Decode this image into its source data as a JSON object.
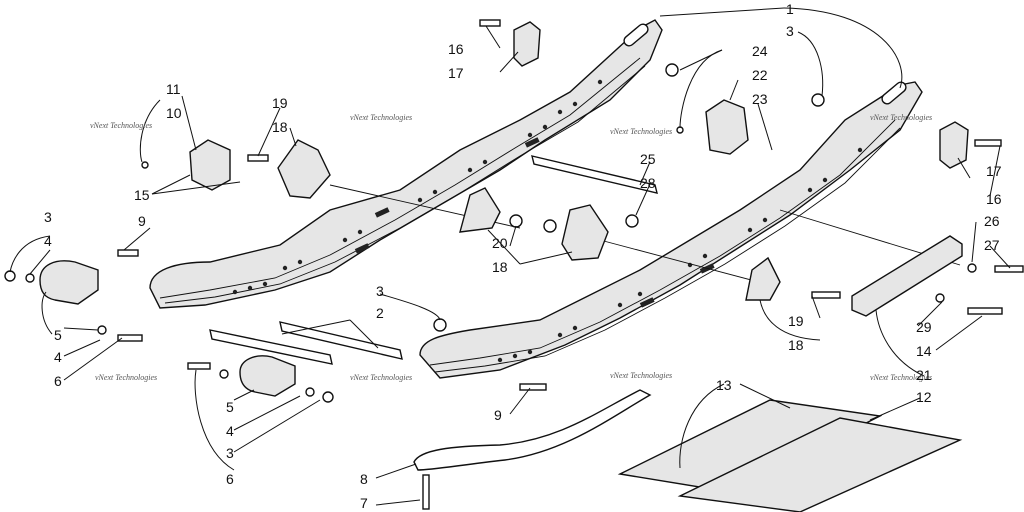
{
  "watermark": "vNext Technologies",
  "callouts": {
    "c1": "1",
    "c2": "2",
    "c3a": "3",
    "c3b": "3",
    "c3c": "3",
    "c3d": "3",
    "c4a": "4",
    "c4b": "4",
    "c4c": "4",
    "c5a": "5",
    "c5b": "5",
    "c6a": "6",
    "c6b": "6",
    "c7": "7",
    "c8": "8",
    "c9a": "9",
    "c9b": "9",
    "c10": "10",
    "c11": "11",
    "c12": "12",
    "c13": "13",
    "c14": "14",
    "c15": "15",
    "c16a": "16",
    "c16b": "16",
    "c17a": "17",
    "c17b": "17",
    "c18a": "18",
    "c18b": "18",
    "c18c": "18",
    "c19a": "19",
    "c19b": "19",
    "c20": "20",
    "c21": "21",
    "c22": "22",
    "c23": "23",
    "c24": "24",
    "c25": "25",
    "c26": "26",
    "c27": "27",
    "c28": "28",
    "c29": "29"
  }
}
